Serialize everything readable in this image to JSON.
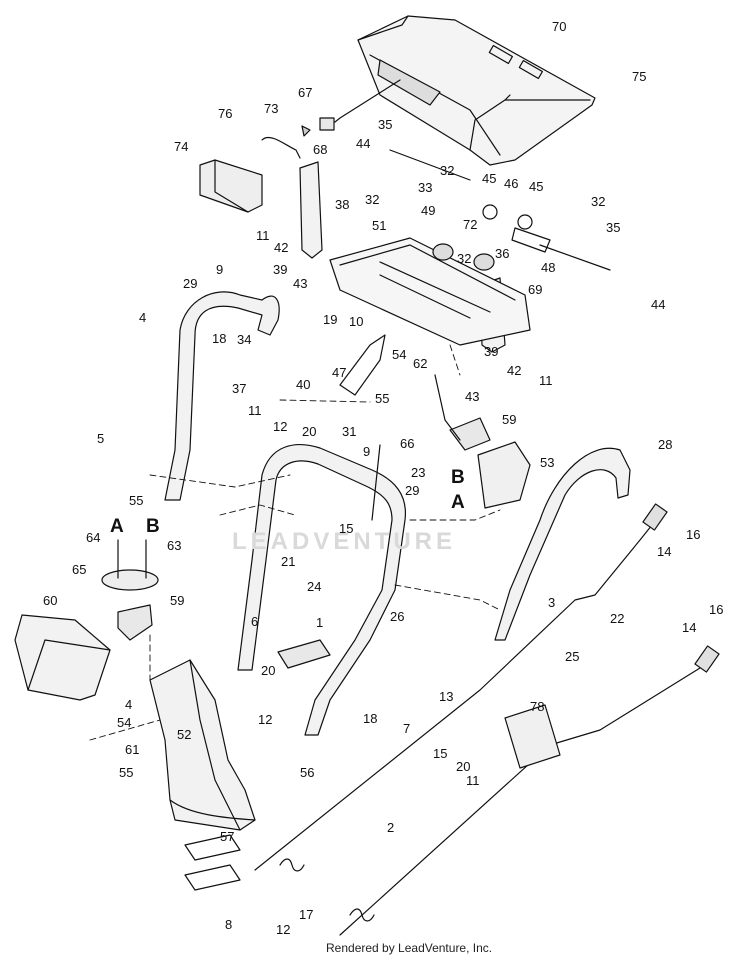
{
  "labels": [
    {
      "id": "c70",
      "text": "70"
    },
    {
      "id": "c75",
      "text": "75"
    },
    {
      "id": "c67",
      "text": "67"
    },
    {
      "id": "c73",
      "text": "73"
    },
    {
      "id": "c76",
      "text": "76"
    },
    {
      "id": "c35a",
      "text": "35"
    },
    {
      "id": "c74",
      "text": "74"
    },
    {
      "id": "c68",
      "text": "68"
    },
    {
      "id": "c44a",
      "text": "44"
    },
    {
      "id": "c32a",
      "text": "32"
    },
    {
      "id": "c33",
      "text": "33"
    },
    {
      "id": "c45a",
      "text": "45"
    },
    {
      "id": "c46",
      "text": "46"
    },
    {
      "id": "c45b",
      "text": "45"
    },
    {
      "id": "c49",
      "text": "49"
    },
    {
      "id": "c32b",
      "text": "32"
    },
    {
      "id": "c35b",
      "text": "35"
    },
    {
      "id": "c38",
      "text": "38"
    },
    {
      "id": "c32c",
      "text": "32"
    },
    {
      "id": "c11a",
      "text": "11"
    },
    {
      "id": "c51",
      "text": "51"
    },
    {
      "id": "c72",
      "text": "72"
    },
    {
      "id": "c36",
      "text": "36"
    },
    {
      "id": "c48",
      "text": "48"
    },
    {
      "id": "c42a",
      "text": "42"
    },
    {
      "id": "c39a",
      "text": "39"
    },
    {
      "id": "c32d",
      "text": "32"
    },
    {
      "id": "c43a",
      "text": "43"
    },
    {
      "id": "c69",
      "text": "69"
    },
    {
      "id": "c9a",
      "text": "9"
    },
    {
      "id": "c29a",
      "text": "29"
    },
    {
      "id": "c44b",
      "text": "44"
    },
    {
      "id": "c4a",
      "text": "4"
    },
    {
      "id": "c19",
      "text": "19"
    },
    {
      "id": "c10",
      "text": "10"
    },
    {
      "id": "c18a",
      "text": "18"
    },
    {
      "id": "c34",
      "text": "34"
    },
    {
      "id": "c54a",
      "text": "54"
    },
    {
      "id": "c62",
      "text": "62"
    },
    {
      "id": "c47",
      "text": "47"
    },
    {
      "id": "c39b",
      "text": "39"
    },
    {
      "id": "c42b",
      "text": "42"
    },
    {
      "id": "c11b",
      "text": "11"
    },
    {
      "id": "c37",
      "text": "37"
    },
    {
      "id": "c40",
      "text": "40"
    },
    {
      "id": "c55a",
      "text": "55"
    },
    {
      "id": "c11c",
      "text": "11"
    },
    {
      "id": "c43b",
      "text": "43"
    },
    {
      "id": "c12a",
      "text": "12"
    },
    {
      "id": "c20a",
      "text": "20"
    },
    {
      "id": "c31",
      "text": "31"
    },
    {
      "id": "c59a",
      "text": "59"
    },
    {
      "id": "c9b",
      "text": "9"
    },
    {
      "id": "c66",
      "text": "66"
    },
    {
      "id": "c5",
      "text": "5"
    },
    {
      "id": "c28",
      "text": "28"
    },
    {
      "id": "c23",
      "text": "23"
    },
    {
      "id": "c53",
      "text": "53"
    },
    {
      "id": "c29b",
      "text": "29"
    },
    {
      "id": "c55b",
      "text": "55"
    },
    {
      "id": "c15a",
      "text": "15"
    },
    {
      "id": "c16a",
      "text": "16"
    },
    {
      "id": "c64",
      "text": "64"
    },
    {
      "id": "c63",
      "text": "63"
    },
    {
      "id": "c14a",
      "text": "14"
    },
    {
      "id": "c21",
      "text": "21"
    },
    {
      "id": "c65",
      "text": "65"
    },
    {
      "id": "c24",
      "text": "24"
    },
    {
      "id": "c60",
      "text": "60"
    },
    {
      "id": "c59b",
      "text": "59"
    },
    {
      "id": "c3",
      "text": "3"
    },
    {
      "id": "c22",
      "text": "22"
    },
    {
      "id": "c16b",
      "text": "16"
    },
    {
      "id": "c6",
      "text": "6"
    },
    {
      "id": "c1",
      "text": "1"
    },
    {
      "id": "c26",
      "text": "26"
    },
    {
      "id": "c14b",
      "text": "14"
    },
    {
      "id": "c25",
      "text": "25"
    },
    {
      "id": "c20b",
      "text": "20"
    },
    {
      "id": "c4b",
      "text": "4"
    },
    {
      "id": "c12b",
      "text": "12"
    },
    {
      "id": "c13",
      "text": "13"
    },
    {
      "id": "c54b",
      "text": "54"
    },
    {
      "id": "c78",
      "text": "78"
    },
    {
      "id": "c18b",
      "text": "18"
    },
    {
      "id": "c52",
      "text": "52"
    },
    {
      "id": "c7",
      "text": "7"
    },
    {
      "id": "c61",
      "text": "61"
    },
    {
      "id": "c55c",
      "text": "55"
    },
    {
      "id": "c15b",
      "text": "15"
    },
    {
      "id": "c20c",
      "text": "20"
    },
    {
      "id": "c11d",
      "text": "11"
    },
    {
      "id": "c56",
      "text": "56"
    },
    {
      "id": "c2",
      "text": "2"
    },
    {
      "id": "c57",
      "text": "57"
    },
    {
      "id": "c17",
      "text": "17"
    },
    {
      "id": "c8",
      "text": "8"
    },
    {
      "id": "c12c",
      "text": "12"
    }
  ],
  "view_markers": {
    "left_a": "A",
    "left_b": "B",
    "right_b": "B",
    "right_a": "A"
  },
  "watermark": "LEADVENTURE",
  "footer": "Rendered by LeadVenture, Inc."
}
